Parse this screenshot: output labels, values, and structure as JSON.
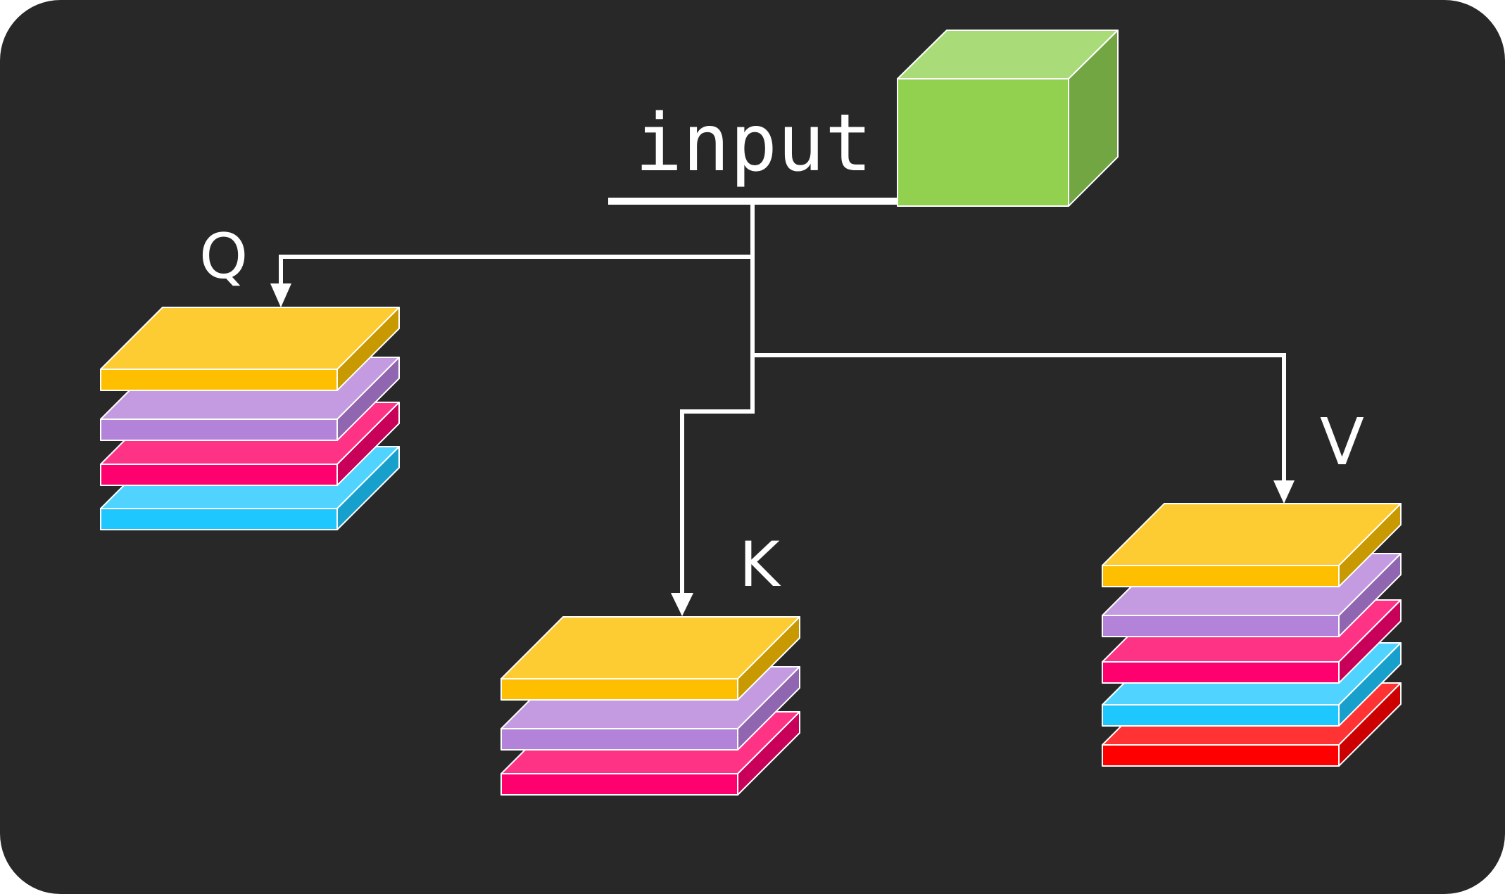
{
  "diagram": {
    "input_label": "input",
    "q_label": "Q",
    "k_label": "K",
    "v_label": "V"
  },
  "colors": {
    "background": "#282828",
    "line": "#ffffff",
    "input_cube": {
      "front": "#92d050",
      "top": "#a9db78",
      "side": "#71a642"
    },
    "yellow": {
      "front": "#fdbf00",
      "top": "#fdcb32",
      "side": "#c89900"
    },
    "purple": {
      "front": "#b283d8",
      "top": "#c49be0",
      "side": "#9166b0"
    },
    "pink": {
      "front": "#ff006f",
      "top": "#ff3386",
      "side": "#c8005a"
    },
    "cyan": {
      "front": "#1ec8ff",
      "top": "#50d4ff",
      "side": "#18a0cc"
    },
    "red": {
      "front": "#ff0000",
      "top": "#ff3333",
      "side": "#cc0000"
    }
  },
  "stacks": {
    "q": [
      "yellow",
      "purple",
      "pink",
      "cyan"
    ],
    "k": [
      "yellow",
      "purple",
      "pink"
    ],
    "v": [
      "yellow",
      "purple",
      "pink",
      "cyan",
      "red"
    ]
  }
}
